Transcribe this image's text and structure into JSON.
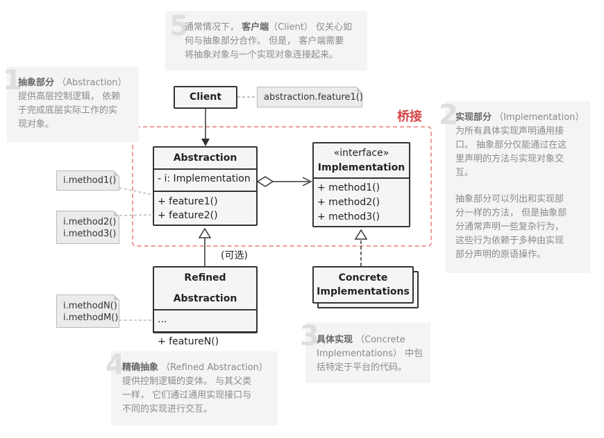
{
  "notes": {
    "n1": {
      "num": "1",
      "title": "抽象部分",
      "paren": "（Abstraction）",
      "lines": [
        "提供高层控制逻辑， 依赖",
        "于完成底层实际工作的实",
        "现对象。"
      ]
    },
    "n2": {
      "num": "2",
      "title": "实现部分",
      "paren": "（Implementation）",
      "lines": [
        "为所有具体实现声明通用接",
        "口。 抽象部分仅能通过在这",
        "里声明的方法与实现对象交",
        "互。"
      ],
      "lines2": [
        "抽象部分可以列出和实现部",
        "分一样的方法， 但是抽象部",
        "分通常声明一些复杂行为，",
        "这些行为依赖于多种由实现",
        "部分声明的原语操作。"
      ]
    },
    "n3": {
      "num": "3",
      "title": "具体实现",
      "paren": "（Concrete",
      "lines": [
        "Implementations） 中包",
        "括特定于平台的代码。"
      ]
    },
    "n4": {
      "num": "4",
      "title": "精确抽象",
      "paren": "（Refined Abstraction）",
      "lines": [
        "提供控制逻辑的变体。 与其父类",
        "一样， 它们通过通用实现接口与",
        "不同的实现进行交互。"
      ]
    },
    "n5": {
      "num": "5",
      "pre": "通常情况下，",
      "title": "客户端",
      "paren": "（Client） 仅关心如",
      "lines": [
        "何与抽象部分合作。 但是， 客户端需要",
        "将抽象对象与一个实现对象连接起来。"
      ]
    }
  },
  "bridge_label": "桥接",
  "optional_label": "(可选)",
  "classes": {
    "client": {
      "name": "Client"
    },
    "abstraction": {
      "name": "Abstraction",
      "fields": [
        "- i: Implementation"
      ],
      "methods": [
        "+ feature1()",
        "+ feature2()"
      ]
    },
    "implementation": {
      "stereotype": "«interface»",
      "name": "Implementation",
      "methods": [
        "+ method1()",
        "+ method2()",
        "+ method3()"
      ]
    },
    "refined": {
      "name": "Refined Abstraction",
      "fields": [
        "..."
      ],
      "methods": [
        "+ featureN()"
      ]
    },
    "concrete": {
      "line1": "Concrete",
      "line2": "Implementations"
    }
  },
  "memos": {
    "client_memo": [
      "abstraction.feature1()"
    ],
    "m1": [
      "i.method1()"
    ],
    "m2": [
      "i.method2()",
      "i.method3()"
    ],
    "m3": [
      "i.methodN()",
      "i.methodM()"
    ]
  },
  "colors": {
    "bridge": "#d64546",
    "note_bg": "#f4f4f4",
    "line": "#333333"
  }
}
